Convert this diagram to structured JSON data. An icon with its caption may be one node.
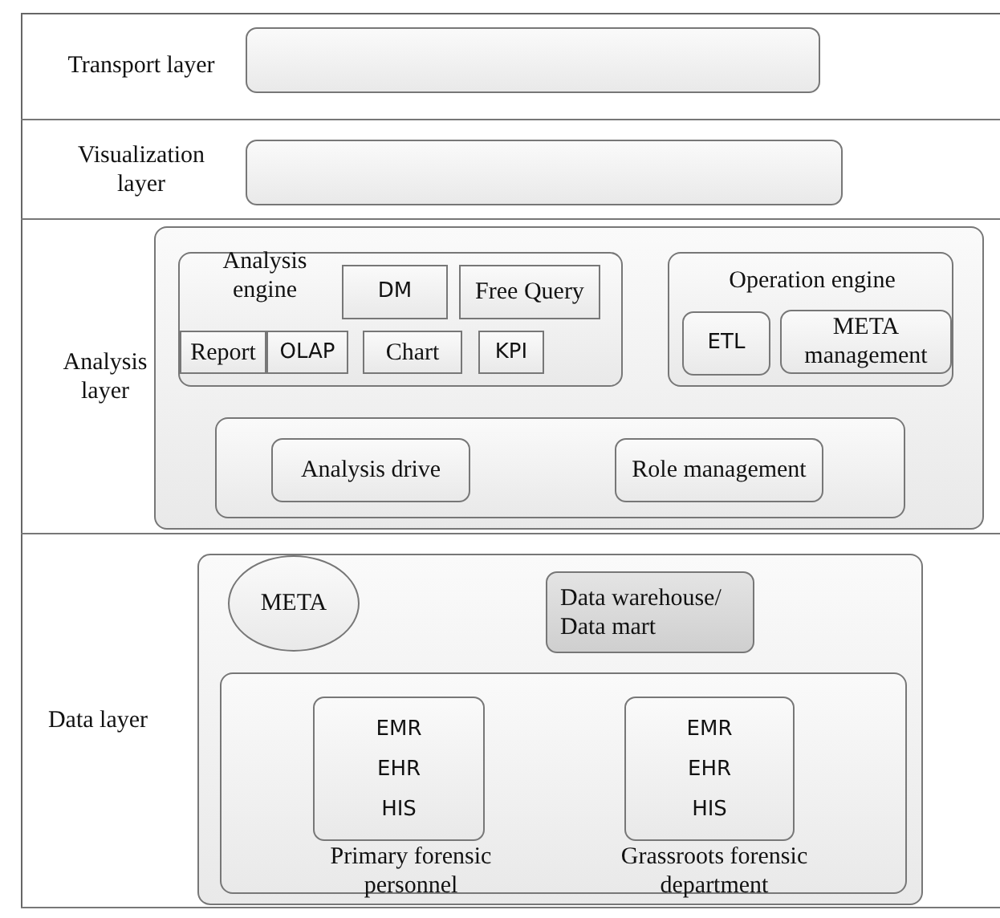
{
  "diagram": {
    "nodes": [
      {
        "text": [
          "Transport layer"
        ]
      },
      {
        "text": [],
        "shape": "box",
        "in": 0
      },
      {
        "text": [
          "Visualization layer"
        ]
      },
      {
        "text": [],
        "shape": "box",
        "in": 2
      },
      {
        "text": [
          "Analysis layer"
        ]
      },
      {
        "text": [],
        "shape": "box",
        "in": 4
      },
      {
        "text": [
          "Analysis engine"
        ],
        "in": 5
      },
      {
        "text": [
          "DM"
        ],
        "in": 6
      },
      {
        "text": [
          "Free Query"
        ],
        "in": 6
      },
      {
        "text": [
          "Report"
        ],
        "in": 6
      },
      {
        "text": [
          "OLAP"
        ],
        "in": 6
      },
      {
        "text": [
          "Chart"
        ],
        "in": 6
      },
      {
        "text": [
          "KPI"
        ],
        "in": 6
      },
      {
        "text": [
          "Operation engine"
        ],
        "in": 5
      },
      {
        "text": [
          "ETL"
        ],
        "in": 13
      },
      {
        "text": [
          "META management"
        ],
        "in": 13
      },
      {
        "text": [],
        "shape": "box",
        "in": 5
      },
      {
        "text": [
          "Analysis drive"
        ],
        "in": 16
      },
      {
        "text": [
          "Role management"
        ],
        "in": 16
      },
      {
        "text": [
          "Data layer"
        ]
      },
      {
        "text": [],
        "shape": "box",
        "in": 19
      },
      {
        "text": [
          "META"
        ],
        "in": 20
      },
      {
        "text": [
          "Data warehouse/ Data mart"
        ],
        "in": 20
      },
      {
        "text": [],
        "shape": "box",
        "in": 20
      },
      {
        "text": [
          "EMR EHR HIS"
        ],
        "beside": [
          "Primary forensic personnel"
        ],
        "in": 23
      },
      {
        "text": [
          "EMR EHR HIS"
        ],
        "beside": [
          "Grassroots forensic department"
        ],
        "in": 23
      }
    ],
    "edges": []
  }
}
